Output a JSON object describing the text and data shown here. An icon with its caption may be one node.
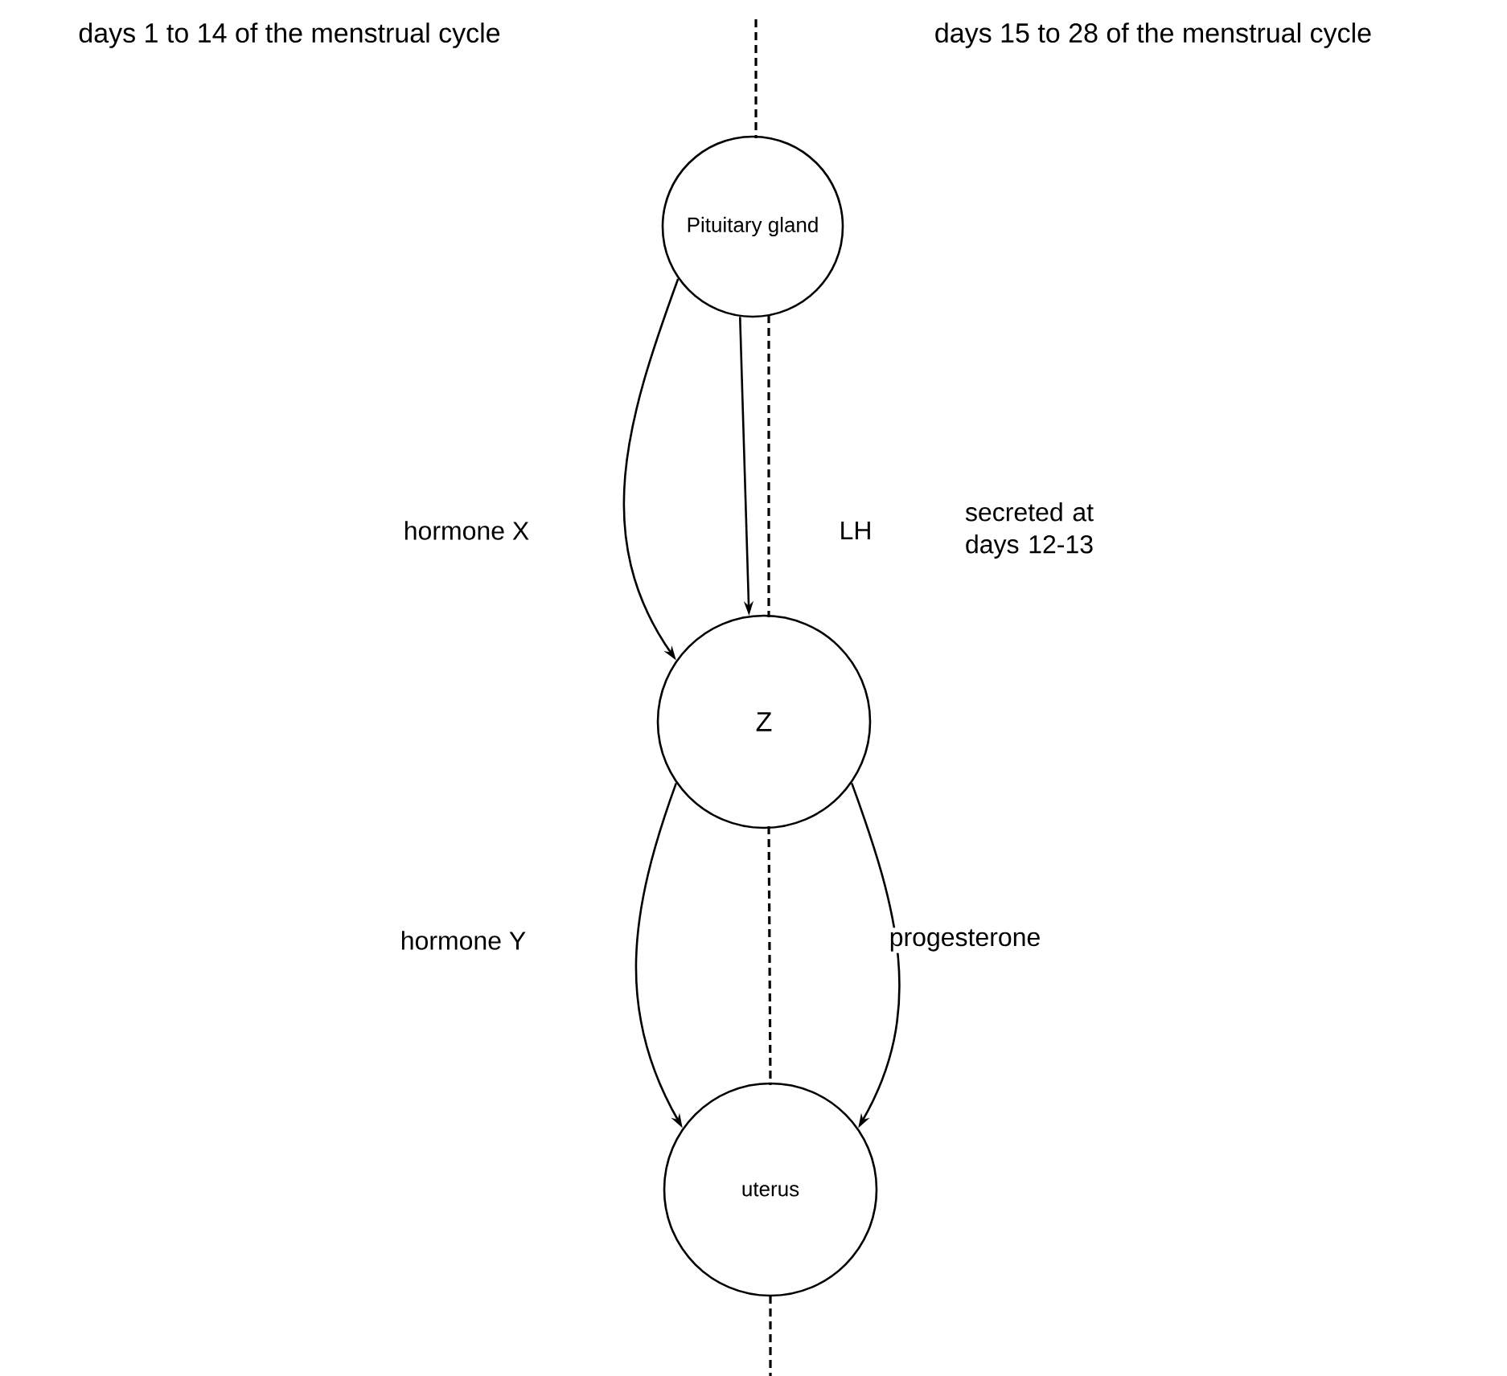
{
  "diagram": {
    "nodes": [
      {
        "text": [
          "Pituitary gland"
        ]
      },
      {
        "text": [
          "Z"
        ]
      },
      {
        "text": [
          "uterus"
        ]
      }
    ],
    "edges": [
      {
        "from": 0,
        "to": 1,
        "arrow": "to",
        "label": "hormone X"
      },
      {
        "from": 0,
        "to": 1,
        "arrow": "to",
        "label": "LH"
      },
      {
        "from": 1,
        "to": 2,
        "arrow": "to",
        "label": "hormone Y"
      },
      {
        "from": 1,
        "to": 2,
        "arrow": "to",
        "label": "progesterone"
      }
    ],
    "labels": [
      "days 1 to 14 of the menstrual cycle",
      "days 15 to 28 of the menstrual cycle",
      "secreted at days 12-13"
    ]
  }
}
